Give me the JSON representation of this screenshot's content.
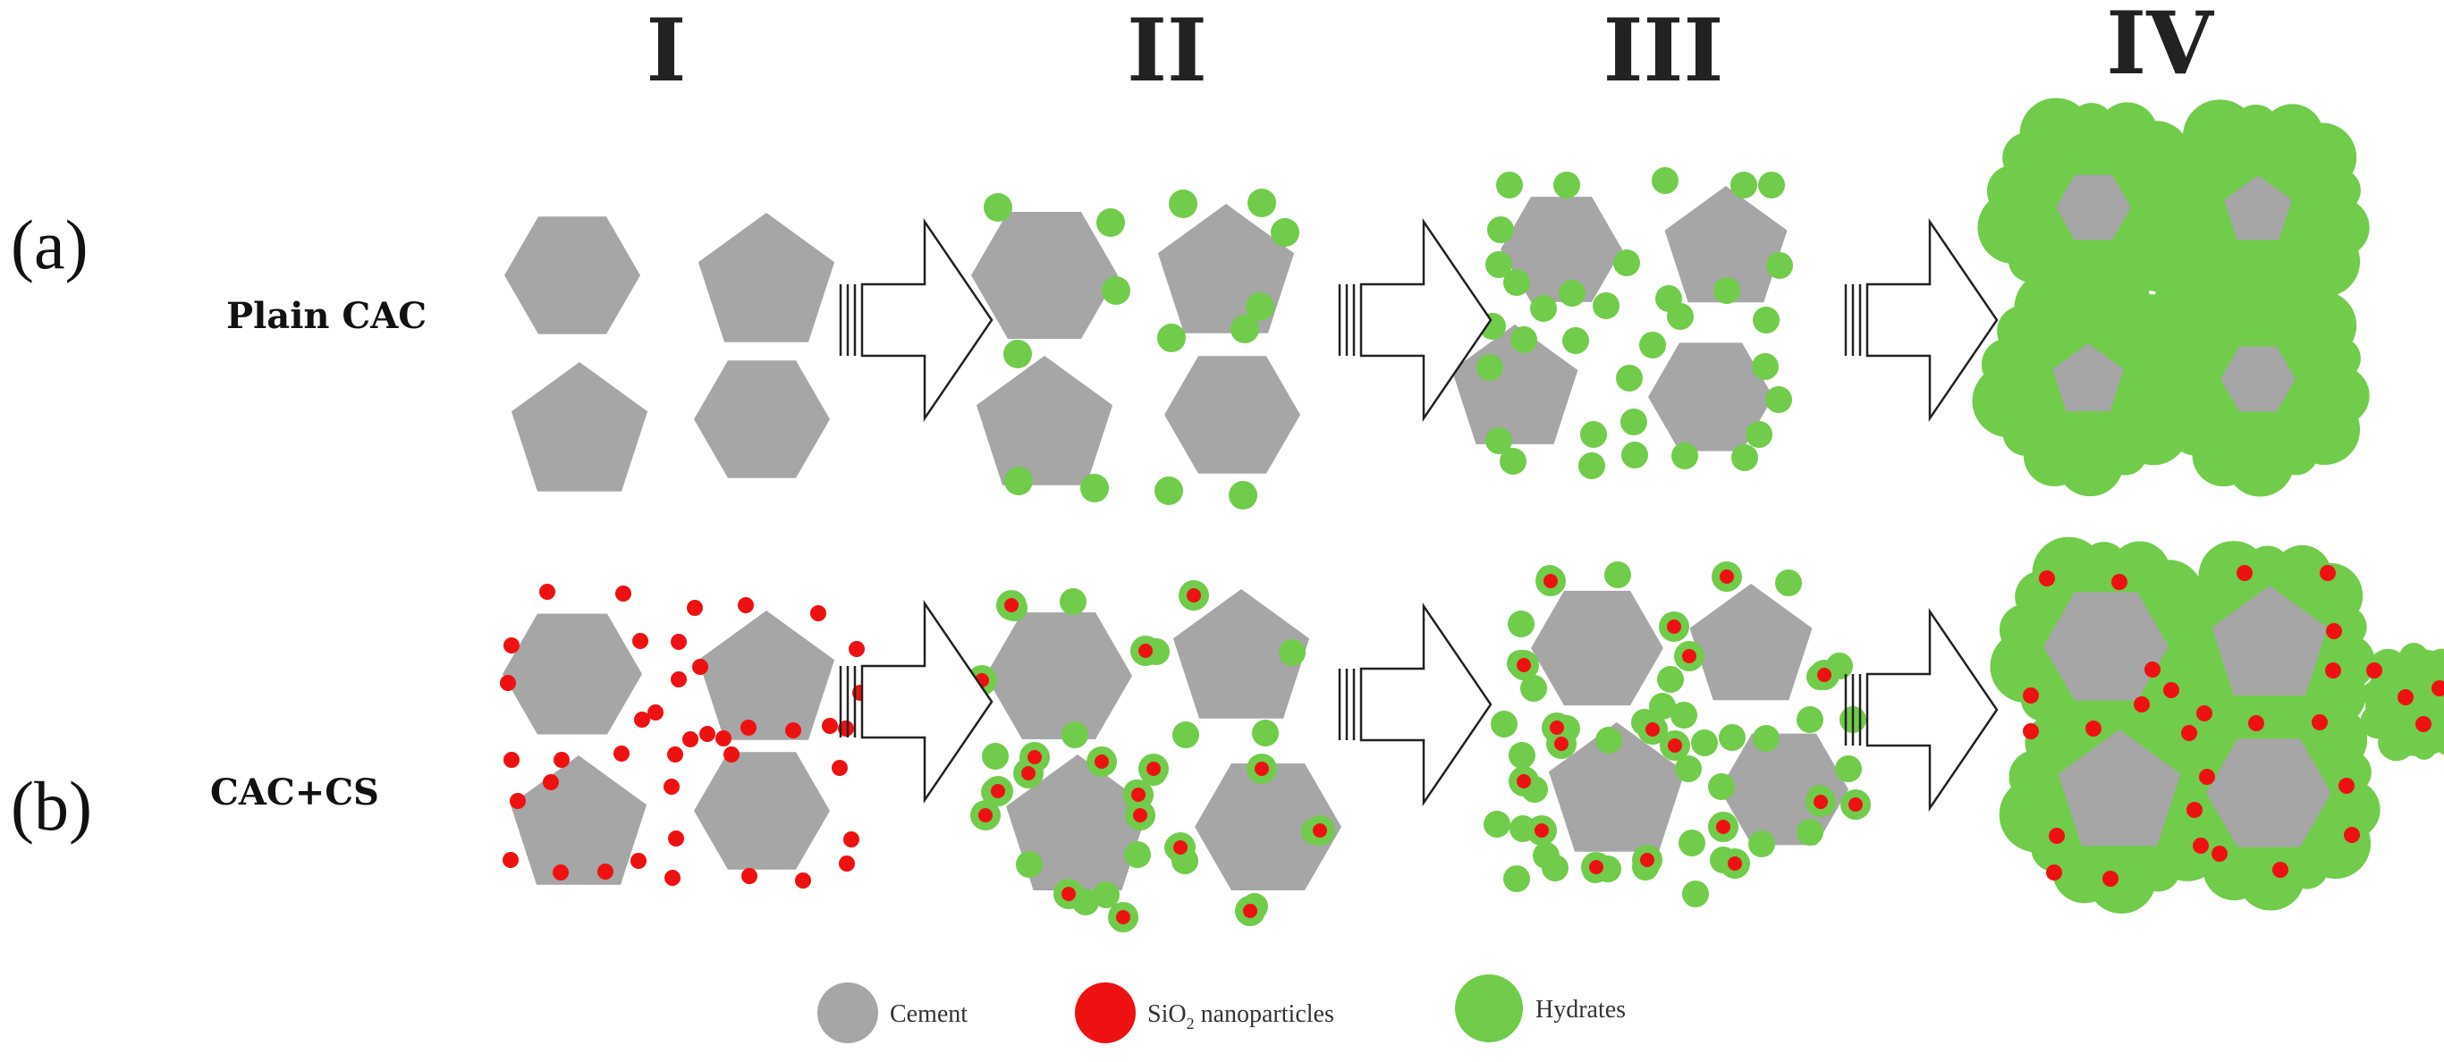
{
  "stages": [
    "I",
    "II",
    "III",
    "IV"
  ],
  "rows": [
    {
      "letter": "(a)",
      "name": "Plain CAC"
    },
    {
      "letter": "(b)",
      "name": "CAC+CS"
    }
  ],
  "legend": {
    "cement": "Cement",
    "sio2_prefix": "SiO",
    "sio2_sub": "2",
    "sio2_suffix": " nanoparticles",
    "hydrates": "Hydrates"
  },
  "colors": {
    "cement": "#a6a6a6",
    "hydrates": "#70cc4a",
    "sio2": "#ee1111"
  }
}
